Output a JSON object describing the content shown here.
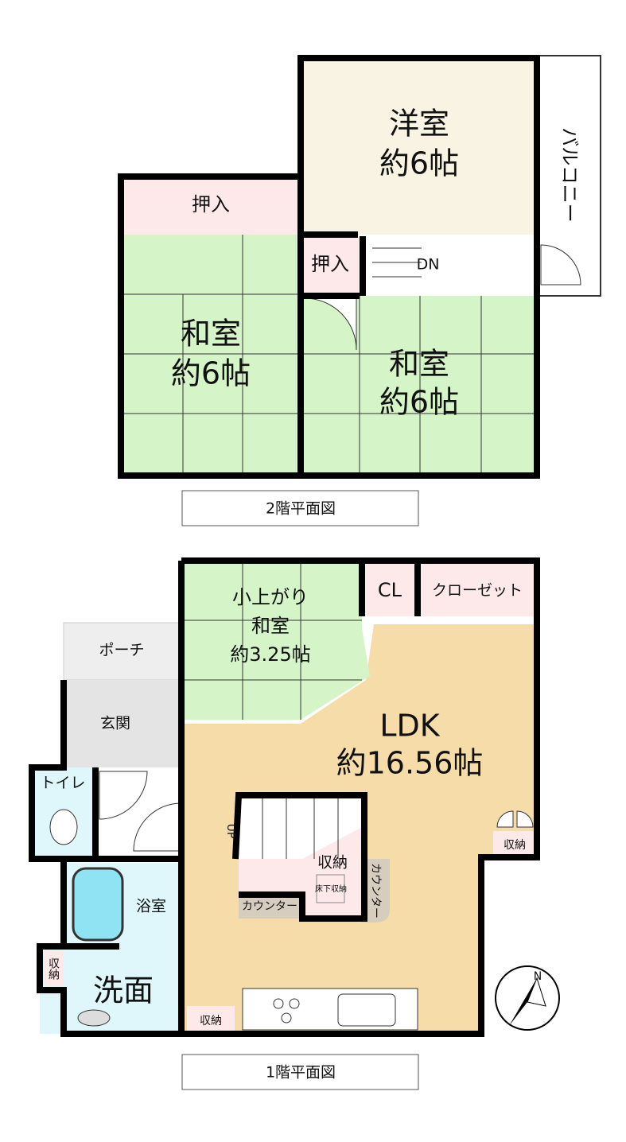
{
  "floor2": {
    "caption": "2階平面図",
    "western_room": {
      "name": "洋室",
      "size": "約6帖"
    },
    "balcony": "バルコニー",
    "closet_left": "押入",
    "closet_small": "押入",
    "japanese_left": {
      "name": "和室",
      "size": "約6帖"
    },
    "japanese_right": {
      "name": "和室",
      "size": "約6帖"
    },
    "stairs": "DN"
  },
  "floor1": {
    "caption": "1階平面図",
    "raised_room": {
      "line1": "小上がり",
      "line2": "和室",
      "size": "約3.25帖"
    },
    "cl": "CL",
    "closet": "クローゼット",
    "porch": "ポーチ",
    "entrance": "玄関",
    "toilet": "トイレ",
    "bath": "浴室",
    "washroom": "洗面",
    "storage_wash": "収納",
    "ldk": {
      "name": "LDK",
      "size": "約16.56帖"
    },
    "stairs": "UP",
    "storage_under_stairs": "収納",
    "underfloor_storage": "床下収納",
    "counter_h": "カウンター",
    "counter_v": "カウンター",
    "storage_right": "収納",
    "storage_bottom": "収納",
    "compass": "N"
  },
  "colors": {
    "tatami": "#d5f5c9",
    "western": "#f8f3e2",
    "closet": "#fde9ea",
    "ldk": "#f5dca9",
    "wet": "#dff7fb",
    "entrance": "#e4e4e4",
    "counter": "#d7cdbf"
  }
}
